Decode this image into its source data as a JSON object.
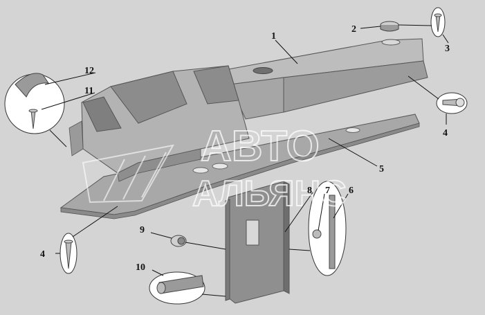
{
  "callouts": {
    "c1": "1",
    "c2": "2",
    "c3": "3",
    "c4a": "4",
    "c4b": "4",
    "c5": "5",
    "c6": "6",
    "c7": "7",
    "c8": "8",
    "c9": "9",
    "c10": "10",
    "c11": "11",
    "c12": "12"
  },
  "watermark": {
    "line1": "АВТО",
    "line2": "АЛЬЯНС"
  },
  "colors": {
    "background": "#d4d4d4",
    "part_light": "#b8b8b8",
    "part_mid": "#9a9a9a",
    "part_dark": "#7a7a7a",
    "detail_circle": "#ffffff"
  }
}
